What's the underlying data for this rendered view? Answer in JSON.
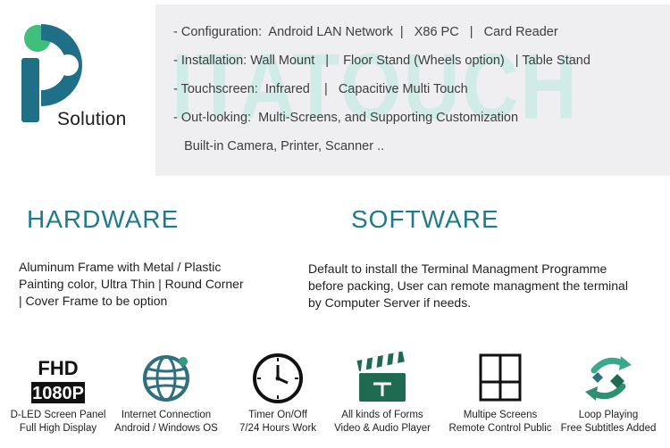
{
  "logo": {
    "icon_name": "ip-solution-logo-icon",
    "text": "Solution",
    "colors": {
      "green": "#3fbf7a",
      "teal": "#1f6f86"
    }
  },
  "specs": {
    "watermark": "ITATOUCH",
    "lines": [
      "- Configuration:  Android LAN Network  |   X86 PC   |   Card Reader",
      "- Installation: Wall Mount   |    Floor Stand (Wheels option)   | Table Stand",
      "- Touchscreen:  Infrared    |   Capacitive Multi Touch",
      "- Out-looking:  Multi-Screens, and Supporting Customization",
      "   Built-in Camera, Printer, Scanner .."
    ]
  },
  "hardware": {
    "title": "HARDWARE",
    "lines": [
      "Aluminum Frame with Metal / Plastic",
      "Painting color, Ultra Thin | Round Corner",
      "| Cover Frame to be option"
    ]
  },
  "software": {
    "title": "SOFTWARE",
    "lines": [
      "Default to install the Terminal Managment Programme",
      "before packing, User can remote managment the terminal",
      "by Computer Server if needs."
    ]
  },
  "features": [
    {
      "icon": "fhd-1080p-icon",
      "badge_top": "FHD",
      "badge_bottom": "1080P",
      "line1": "D-LED Screen Panel",
      "line2": "Full High Display"
    },
    {
      "icon": "globe-network-icon",
      "line1": "Internet Connection",
      "line2": "Android / Windows OS"
    },
    {
      "icon": "clock-icon",
      "line1": "Timer On/Off",
      "line2": "7/24 Hours Work"
    },
    {
      "icon": "clapperboard-icon",
      "line1": "All kinds of Forms",
      "line2": "Video & Audio Player"
    },
    {
      "icon": "split-screen-icon",
      "line1": "Multipe Screens",
      "line2": "Remote Control Public"
    },
    {
      "icon": "loop-arrows-icon",
      "line1": "Loop Playing",
      "line2": "Free Subtitles Added"
    }
  ],
  "colors": {
    "accent": "#1f7a8c",
    "panel_bg": "#efeff1",
    "watermark": "#c8ebe3",
    "icon_green": "#2f9a7f"
  }
}
